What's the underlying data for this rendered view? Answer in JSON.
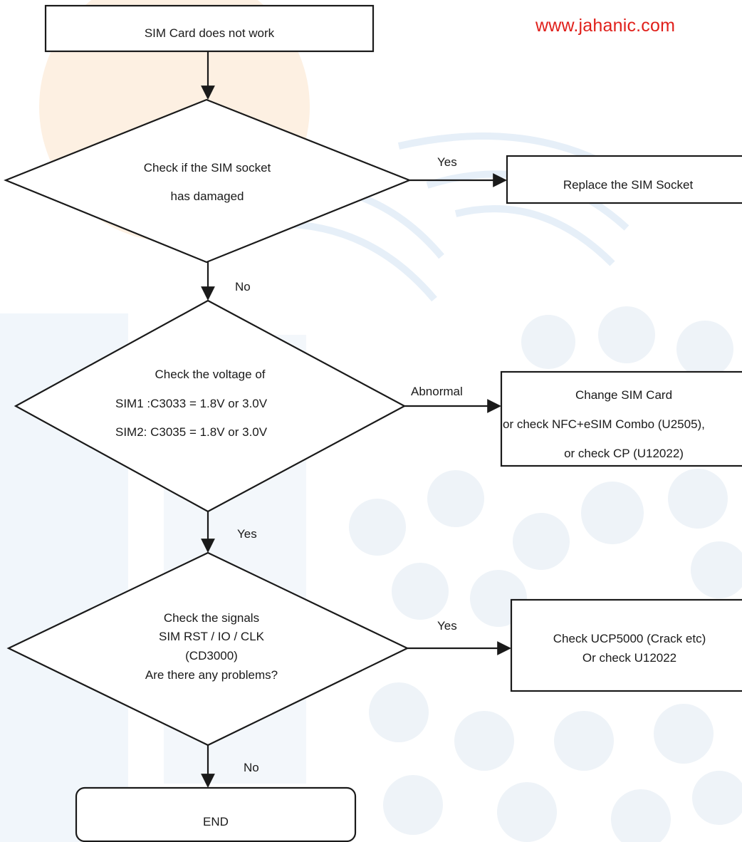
{
  "watermark": {
    "url": "www.jahanic.com"
  },
  "nodes": {
    "start": {
      "label": "SIM Card does not work"
    },
    "decision_socket": {
      "line1": "Check if the SIM socket",
      "line2": "has damaged"
    },
    "action_replace_socket": {
      "label": "Replace the SIM Socket"
    },
    "decision_voltage": {
      "line1": "Check the voltage of",
      "line2": "SIM1 :C3033    = 1.8V or 3.0V",
      "line3": "SIM2: C3035    = 1.8V or 3.0V"
    },
    "action_change_sim": {
      "line1": "Change SIM Card",
      "line2": "or check NFC+eSIM Combo (U2505),",
      "line3": "or check CP (U12022)"
    },
    "decision_signals": {
      "line1": "Check the signals",
      "line2": "SIM RST / IO / CLK",
      "line3": "(CD3000)",
      "line4": "Are there any problems?"
    },
    "action_check_ucp": {
      "line1": "Check UCP5000 (Crack etc)",
      "line2": "Or check U12022"
    },
    "end": {
      "label": "END"
    }
  },
  "edges": {
    "socket_yes": "Yes",
    "socket_no": "No",
    "voltage_abnormal": "Abnormal",
    "voltage_yes": "Yes",
    "signals_yes": "Yes",
    "signals_no": "No"
  },
  "colors": {
    "watermark_text": "#e0201b",
    "watermark_orange": "#fdf0e2",
    "watermark_blue": "#edf3f9",
    "line": "#1a1a1a"
  }
}
